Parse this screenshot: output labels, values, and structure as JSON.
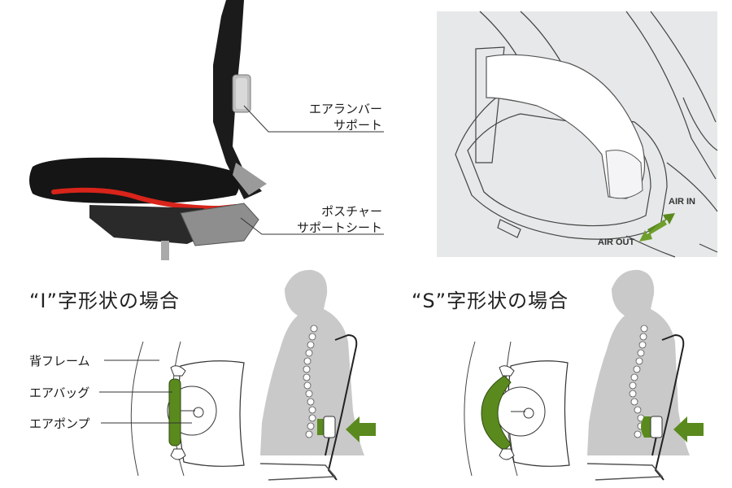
{
  "callouts": {
    "lumbar_line1": "エアランバー",
    "lumbar_line2": "サポート",
    "posture_line1": "ポスチャー",
    "posture_line2": "サポートシート"
  },
  "air_labels": {
    "air_in": "AIR IN",
    "air_out": "AIR OUT"
  },
  "headings": {
    "i_shape": "“I”字形状の場合",
    "s_shape": "“S”字形状の場合"
  },
  "parts": {
    "back_frame": "背フレーム",
    "air_bag": "エアバッグ",
    "air_pump": "エアポンプ"
  },
  "colors": {
    "accent_green": "#5a8a1e",
    "seat_red": "#d8241a",
    "silhouette_gray": "#c9c9c9",
    "panel_gray": "#e6e8e9"
  }
}
